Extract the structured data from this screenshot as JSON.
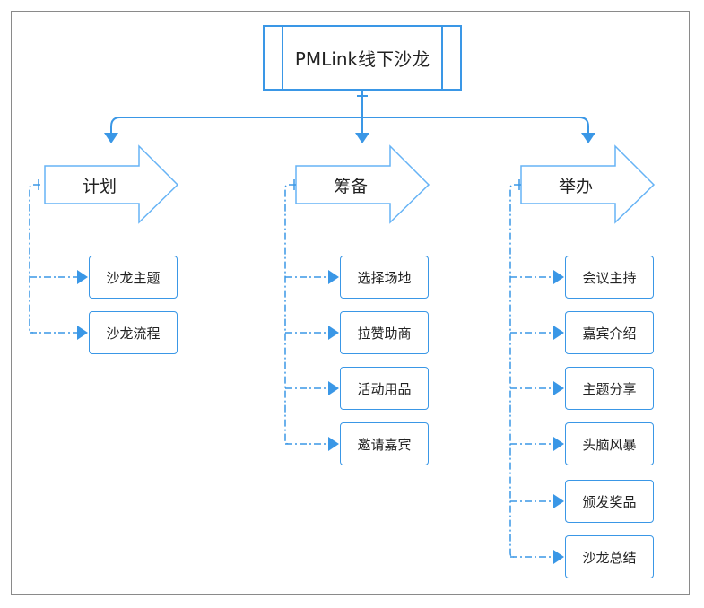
{
  "root": {
    "label": "PMLink线下沙龙"
  },
  "branches": [
    {
      "title": "计划",
      "items": [
        "沙龙主题",
        "沙龙流程"
      ]
    },
    {
      "title": "筹备",
      "items": [
        "选择场地",
        "拉赞助商",
        "活动用品",
        "邀请嘉宾"
      ]
    },
    {
      "title": "举办",
      "items": [
        "会议主持",
        "嘉宾介绍",
        "主题分享",
        "头脑风暴",
        "颁发奖品",
        "沙龙总结"
      ]
    }
  ],
  "colors": {
    "accent": "#3a97e6",
    "arrow_outline": "#66b3f5",
    "frame": "#8a8a8a"
  }
}
